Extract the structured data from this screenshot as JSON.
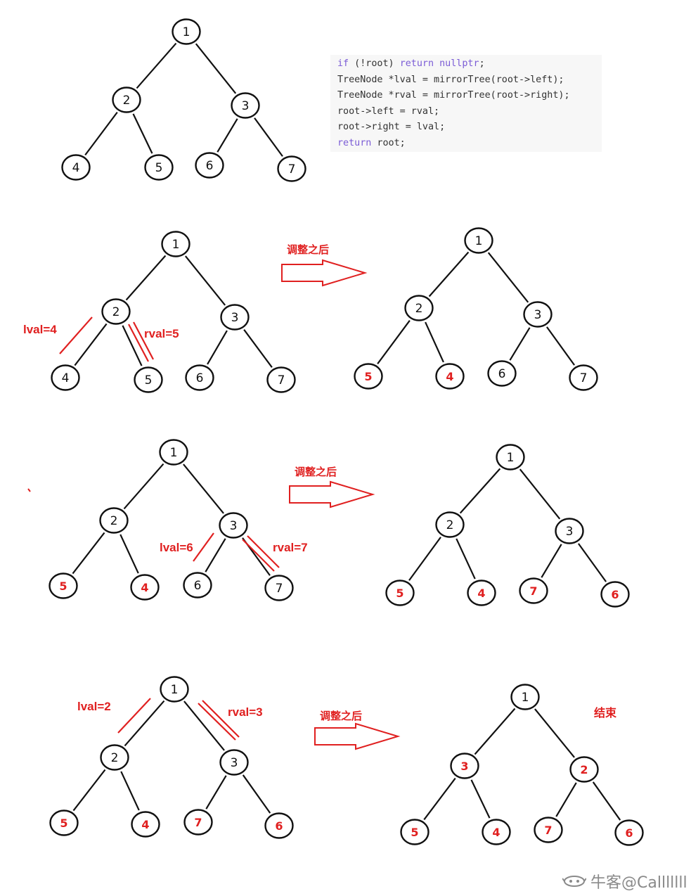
{
  "code": {
    "lines": [
      [
        {
          "t": "if",
          "k": true
        },
        {
          "t": " (!root) ",
          "k": false
        },
        {
          "t": "return",
          "k": true
        },
        {
          "t": " ",
          "k": false
        },
        {
          "t": "nullptr",
          "k": true
        },
        {
          "t": ";",
          "k": false
        }
      ],
      [
        {
          "t": "TreeNode *lval = mirrorTree(root->left);",
          "k": false
        }
      ],
      [
        {
          "t": "TreeNode *rval = mirrorTree(root->right);",
          "k": false
        }
      ],
      [
        {
          "t": "root->left = rval;",
          "k": false
        }
      ],
      [
        {
          "t": "root->right = lval;",
          "k": false
        }
      ],
      [
        {
          "t": "return",
          "k": true
        },
        {
          "t": " root;",
          "k": false
        }
      ]
    ]
  },
  "colors": {
    "black": "#111111",
    "red": "#e02020",
    "keyword": "#7b5cd6",
    "code_bg": "#f7f7f7"
  },
  "arrow_label": "调整之后",
  "end_label": "结束",
  "watermark": "牛客@Calllllll",
  "trees": [
    {
      "id": "original",
      "nodes": [
        {
          "label": "1",
          "red": false
        },
        {
          "label": "2",
          "red": false
        },
        {
          "label": "3",
          "red": false
        },
        {
          "label": "4",
          "red": false
        },
        {
          "label": "5",
          "red": false
        },
        {
          "label": "6",
          "red": false
        },
        {
          "label": "7",
          "red": false
        }
      ]
    },
    {
      "id": "step1-before",
      "nodes": [
        {
          "label": "1",
          "red": false
        },
        {
          "label": "2",
          "red": false
        },
        {
          "label": "3",
          "red": false
        },
        {
          "label": "4",
          "red": false
        },
        {
          "label": "5",
          "red": false
        },
        {
          "label": "6",
          "red": false
        },
        {
          "label": "7",
          "red": false
        }
      ]
    },
    {
      "id": "step1-after",
      "nodes": [
        {
          "label": "1",
          "red": false
        },
        {
          "label": "2",
          "red": false
        },
        {
          "label": "3",
          "red": false
        },
        {
          "label": "5",
          "red": true
        },
        {
          "label": "4",
          "red": true
        },
        {
          "label": "6",
          "red": false
        },
        {
          "label": "7",
          "red": false
        }
      ]
    },
    {
      "id": "step2-before",
      "nodes": [
        {
          "label": "1",
          "red": false
        },
        {
          "label": "2",
          "red": false
        },
        {
          "label": "3",
          "red": false
        },
        {
          "label": "5",
          "red": true
        },
        {
          "label": "4",
          "red": true
        },
        {
          "label": "6",
          "red": false
        },
        {
          "label": "7",
          "red": false
        }
      ]
    },
    {
      "id": "step2-after",
      "nodes": [
        {
          "label": "1",
          "red": false
        },
        {
          "label": "2",
          "red": false
        },
        {
          "label": "3",
          "red": false
        },
        {
          "label": "5",
          "red": true
        },
        {
          "label": "4",
          "red": true
        },
        {
          "label": "7",
          "red": true
        },
        {
          "label": "6",
          "red": true
        }
      ]
    },
    {
      "id": "step3-before",
      "nodes": [
        {
          "label": "1",
          "red": false
        },
        {
          "label": "2",
          "red": false
        },
        {
          "label": "3",
          "red": false
        },
        {
          "label": "5",
          "red": true
        },
        {
          "label": "4",
          "red": true
        },
        {
          "label": "7",
          "red": true
        },
        {
          "label": "6",
          "red": true
        }
      ]
    },
    {
      "id": "step3-after",
      "nodes": [
        {
          "label": "1",
          "red": false
        },
        {
          "label": "3",
          "red": true
        },
        {
          "label": "2",
          "red": true
        },
        {
          "label": "5",
          "red": true
        },
        {
          "label": "4",
          "red": true
        },
        {
          "label": "7",
          "red": true
        },
        {
          "label": "6",
          "red": true
        }
      ]
    }
  ],
  "annotations": [
    {
      "text": "lval=4"
    },
    {
      "text": "rval=5"
    },
    {
      "text": "lval=6"
    },
    {
      "text": "rval=7"
    },
    {
      "text": "lval=2"
    },
    {
      "text": "rval=3"
    }
  ]
}
